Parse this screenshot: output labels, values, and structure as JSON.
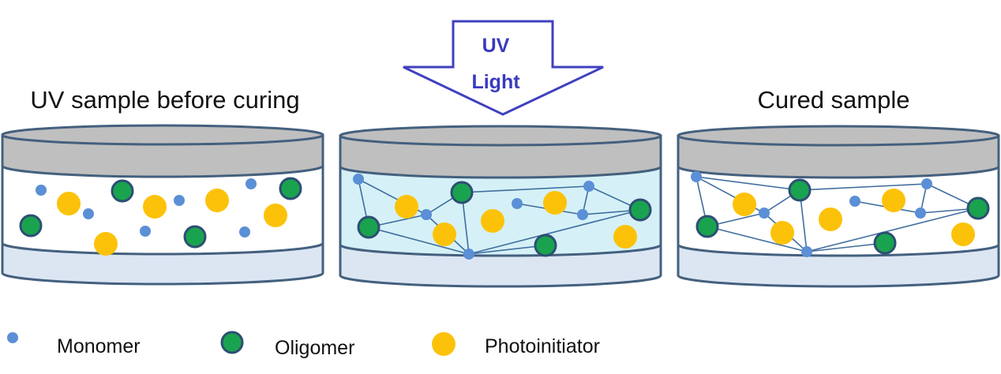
{
  "labels": {
    "before": "UV sample before curing",
    "uv_line1": "UV",
    "uv_line2": "Light",
    "cured": "Cured sample"
  },
  "legend": [
    {
      "label": "Monomer",
      "icon": "monomer-icon"
    },
    {
      "label": "Oligomer",
      "icon": "oligomer-icon"
    },
    {
      "label": "Photoinitiator",
      "icon": "photoinitiator-icon"
    }
  ],
  "colors": {
    "monomer": "#5b8fd6",
    "oligomer_fill": "#1aa34f",
    "oligomer_stroke": "#2d4f73",
    "photoinitiator": "#fcc20a",
    "lid": "#bfbfbf",
    "dish_stroke": "#44607e",
    "dish_base": "#dce6f3",
    "liquid_uv": "#d5f1f7",
    "network_line": "#3f6d9e",
    "arrow_stroke": "#4040c0",
    "arrow_text": "#3a3ac0"
  }
}
